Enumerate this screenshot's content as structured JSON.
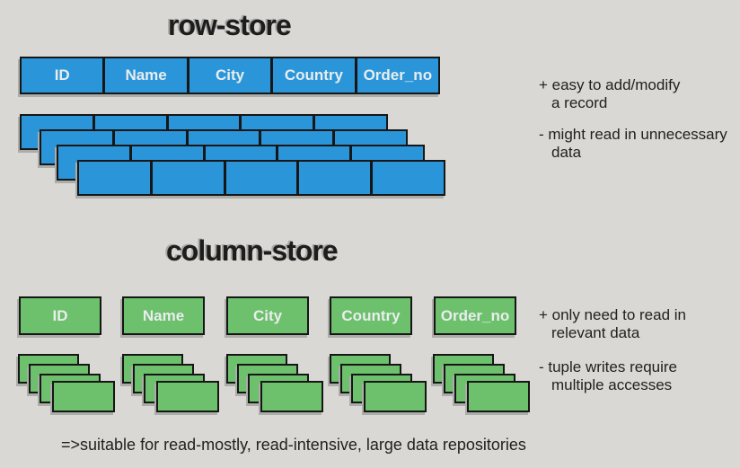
{
  "colors": {
    "background": "#d9d8d4",
    "row_store_box": "#2a95d9",
    "column_store_box": "#6dc06c",
    "box_border": "#161616",
    "box_label_text": "#e9edee",
    "text": "#212121",
    "shadow": "#acaca8"
  },
  "row_store": {
    "title": "row-store",
    "columns": [
      "ID",
      "Name",
      "City",
      "Country",
      "Order_no"
    ],
    "record_count": 4,
    "notes": [
      {
        "sign": "plus",
        "lines": [
          "+ easy to add/modify",
          "a record"
        ]
      },
      {
        "sign": "minus",
        "lines": [
          "- might read in unnecessary",
          "data"
        ]
      }
    ]
  },
  "column_store": {
    "title": "column-store",
    "columns": [
      "ID",
      "Name",
      "City",
      "Country",
      "Order_no"
    ],
    "stack_depth": 4,
    "notes": [
      {
        "sign": "plus",
        "lines": [
          "+ only need to read in",
          "relevant data"
        ]
      },
      {
        "sign": "minus",
        "lines": [
          "- tuple writes require",
          "multiple accesses"
        ]
      }
    ]
  },
  "footer": "=>suitable for read-mostly, read-intensive, large data repositories"
}
